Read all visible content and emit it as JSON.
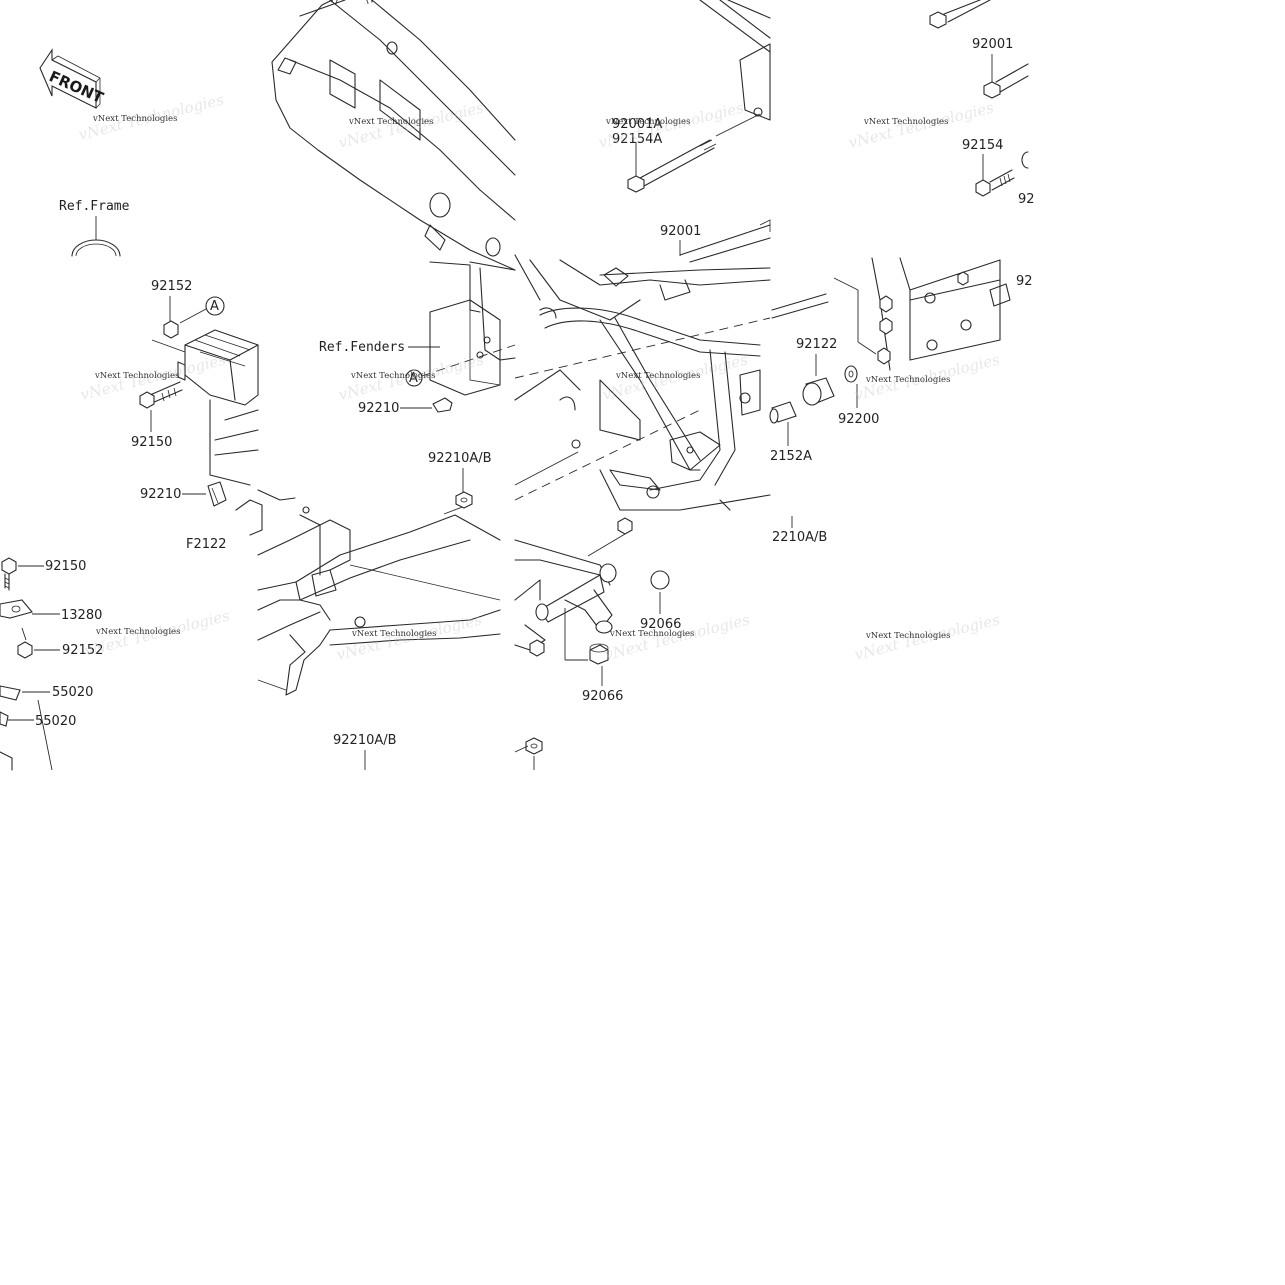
{
  "front_arrow": {
    "text": "FRONT"
  },
  "refs": {
    "frame": "Ref.Frame",
    "fenders": "Ref.Fenders"
  },
  "markers": {
    "a1": "A",
    "a2": "A"
  },
  "watermark": "vNext Technologies",
  "labels": {
    "l_92001_top": "92001",
    "l_92001A": "92001A",
    "l_92154A": "92154A",
    "l_92154": "92154",
    "l_92_frag1": "92",
    "l_92_frag2": "92",
    "l_92001_mid": "92001",
    "l_92152_a": "92152",
    "l_92150_a": "92150",
    "l_92210_a": "92210",
    "l_92210_b": "92210",
    "l_92210AB_1": "92210A/B",
    "l_92122": "92122",
    "l_92200": "92200",
    "l_2152A": "2152A",
    "l_2210AB": "2210A/B",
    "l_F2122": "F2122",
    "l_92150_b": "92150",
    "l_13280": "13280",
    "l_92152_b": "92152",
    "l_55020_a": "55020",
    "l_55020_b": "55020",
    "l_92066_a": "92066",
    "l_92066_b": "92066",
    "l_92210AB_2": "92210A/B"
  },
  "colors": {
    "line": "#2a2a2a",
    "background": "#ffffff"
  }
}
